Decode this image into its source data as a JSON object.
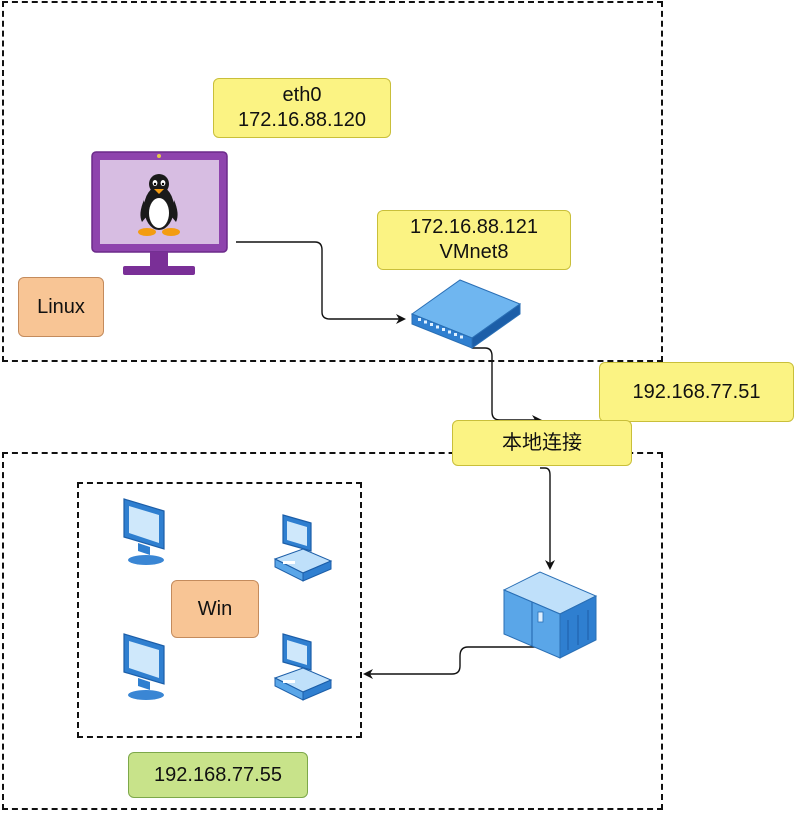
{
  "linux_zone": {
    "eth0_label": "eth0\n172.16.88.120",
    "os_label": "Linux",
    "vmnet_label": "172.16.88.121\nVMnet8"
  },
  "bridge": {
    "ip_label": "192.168.77.51",
    "connection_label": "本地连接"
  },
  "windows_zone": {
    "os_label": "Win",
    "ip_label": "192.168.77.55"
  },
  "icons": [
    "linux-monitor-icon",
    "switch-icon",
    "server-icon",
    "pc-monitor-icon",
    "pc-workstation-icon"
  ],
  "colors": {
    "yellow_label": "#fbf383",
    "orange_label": "#f8c595",
    "green_label": "#c8e38a",
    "monitor_purple": "#8e44ad",
    "device_blue": "#3a86d4"
  }
}
